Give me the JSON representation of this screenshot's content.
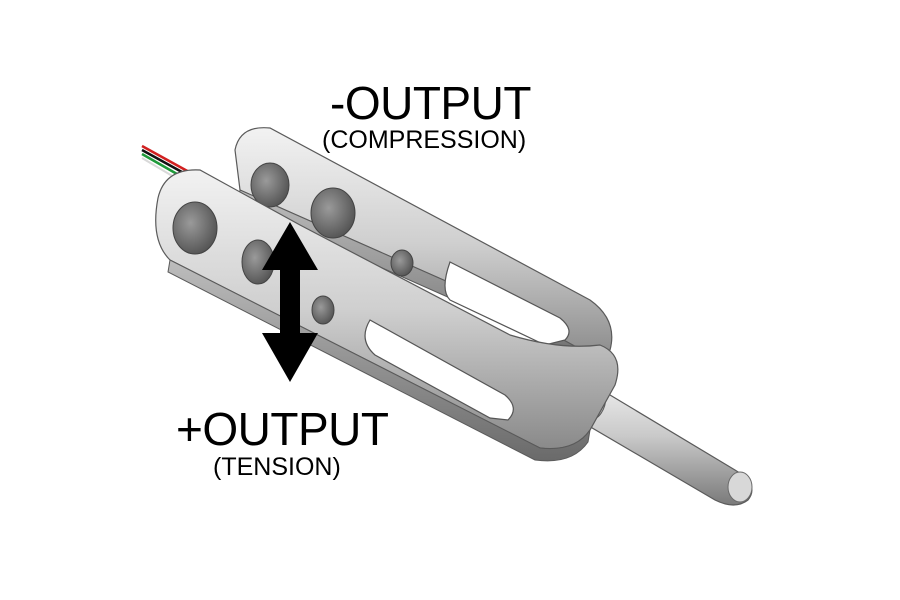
{
  "labels": {
    "negative": {
      "title": "-OUTPUT",
      "subtitle": "(COMPRESSION)"
    },
    "positive": {
      "title": "+OUTPUT",
      "subtitle": "(TENSION)"
    }
  },
  "icons": {
    "direction_arrow": "double-headed-vertical-arrow-icon"
  },
  "colors": {
    "background": "#ffffff",
    "text": "#000000",
    "arrow": "#000000",
    "body_light": "#e6e6e6",
    "body_mid": "#b4b4b4",
    "body_dark": "#6e6e6e",
    "wire_red": "#d12020",
    "wire_green": "#1f9a3a",
    "wire_black": "#111111"
  }
}
